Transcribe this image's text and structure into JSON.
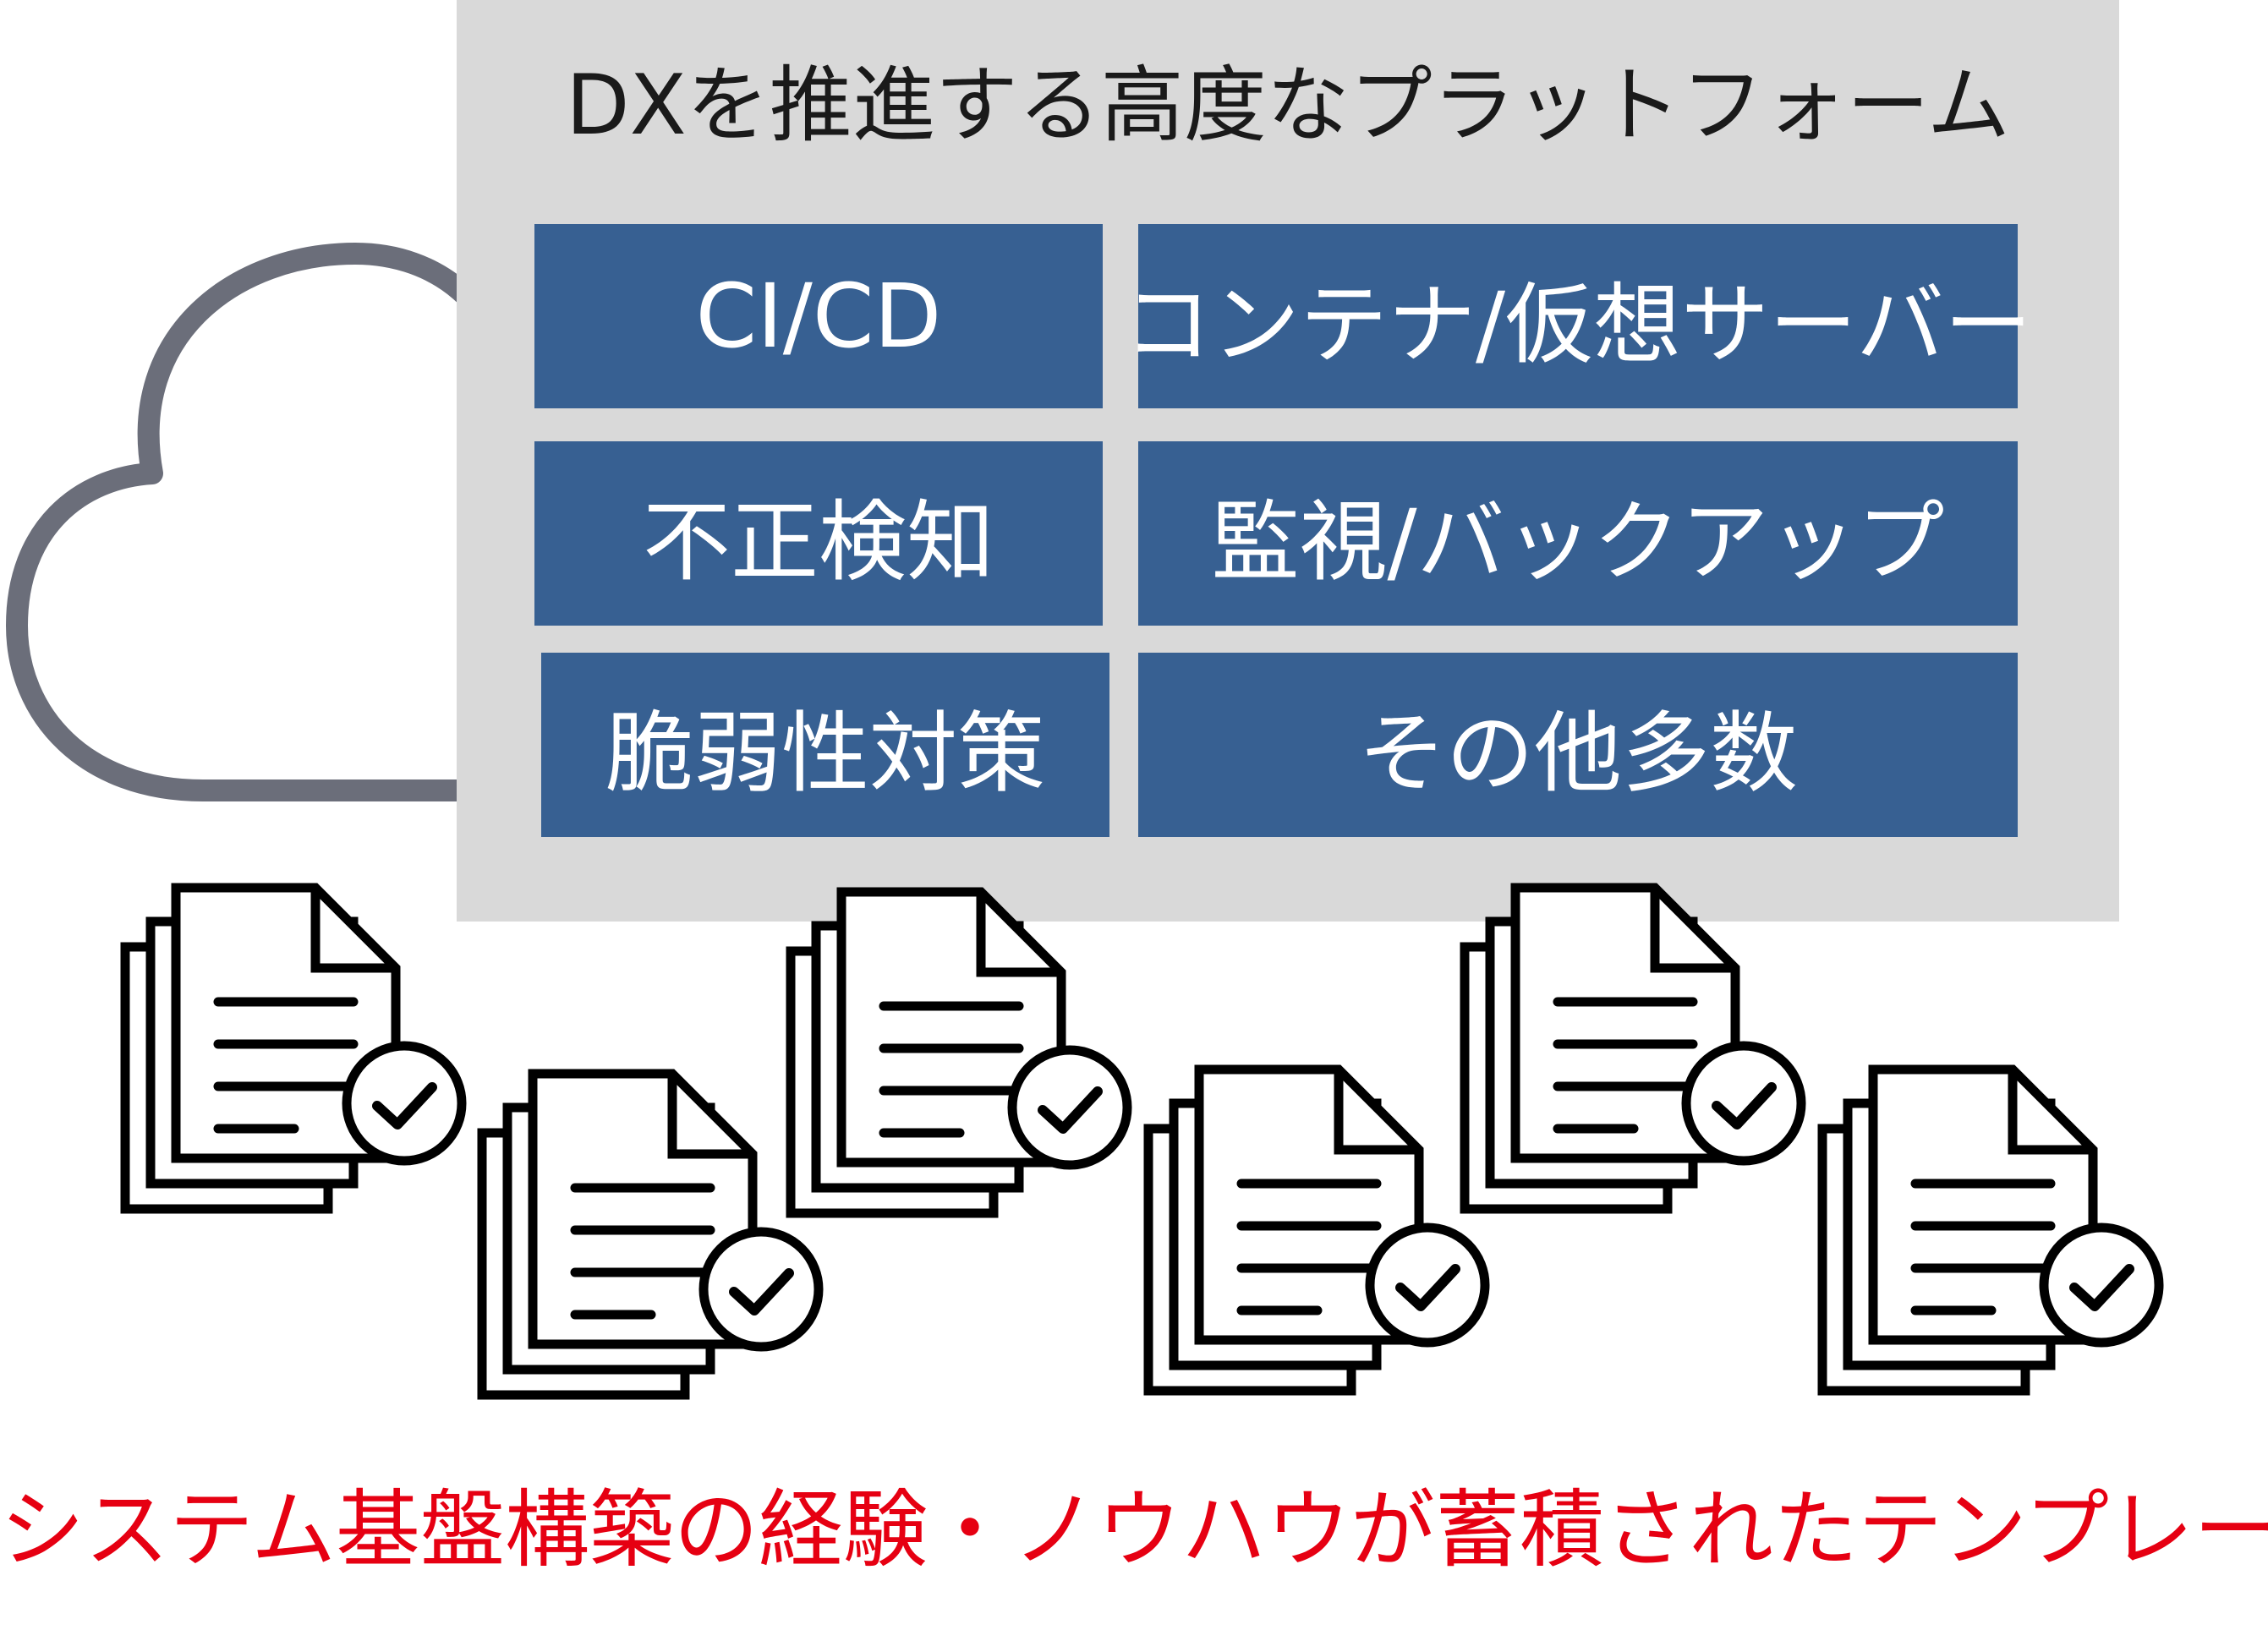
{
  "platform": {
    "title": "DXを推進する高度なプラットフォーム",
    "tiles": [
      "CI/CD",
      "コンテナ/仮想サーバー",
      "不正検知",
      "監視/バックアップ",
      "脆弱性対策",
      "その他多数"
    ]
  },
  "caption": "システム基盤構築の経験・ノウハウが蓄積されたテンプレート",
  "colors": {
    "panel": "#d9d9d9",
    "tile": "#376092",
    "tile_text": "#ffffff",
    "cloud_outline": "#6b6e7a",
    "caption": "#e60012"
  },
  "icons": {
    "cloud": "cloud-icon",
    "template": "document-stack-checkmark-icon"
  }
}
